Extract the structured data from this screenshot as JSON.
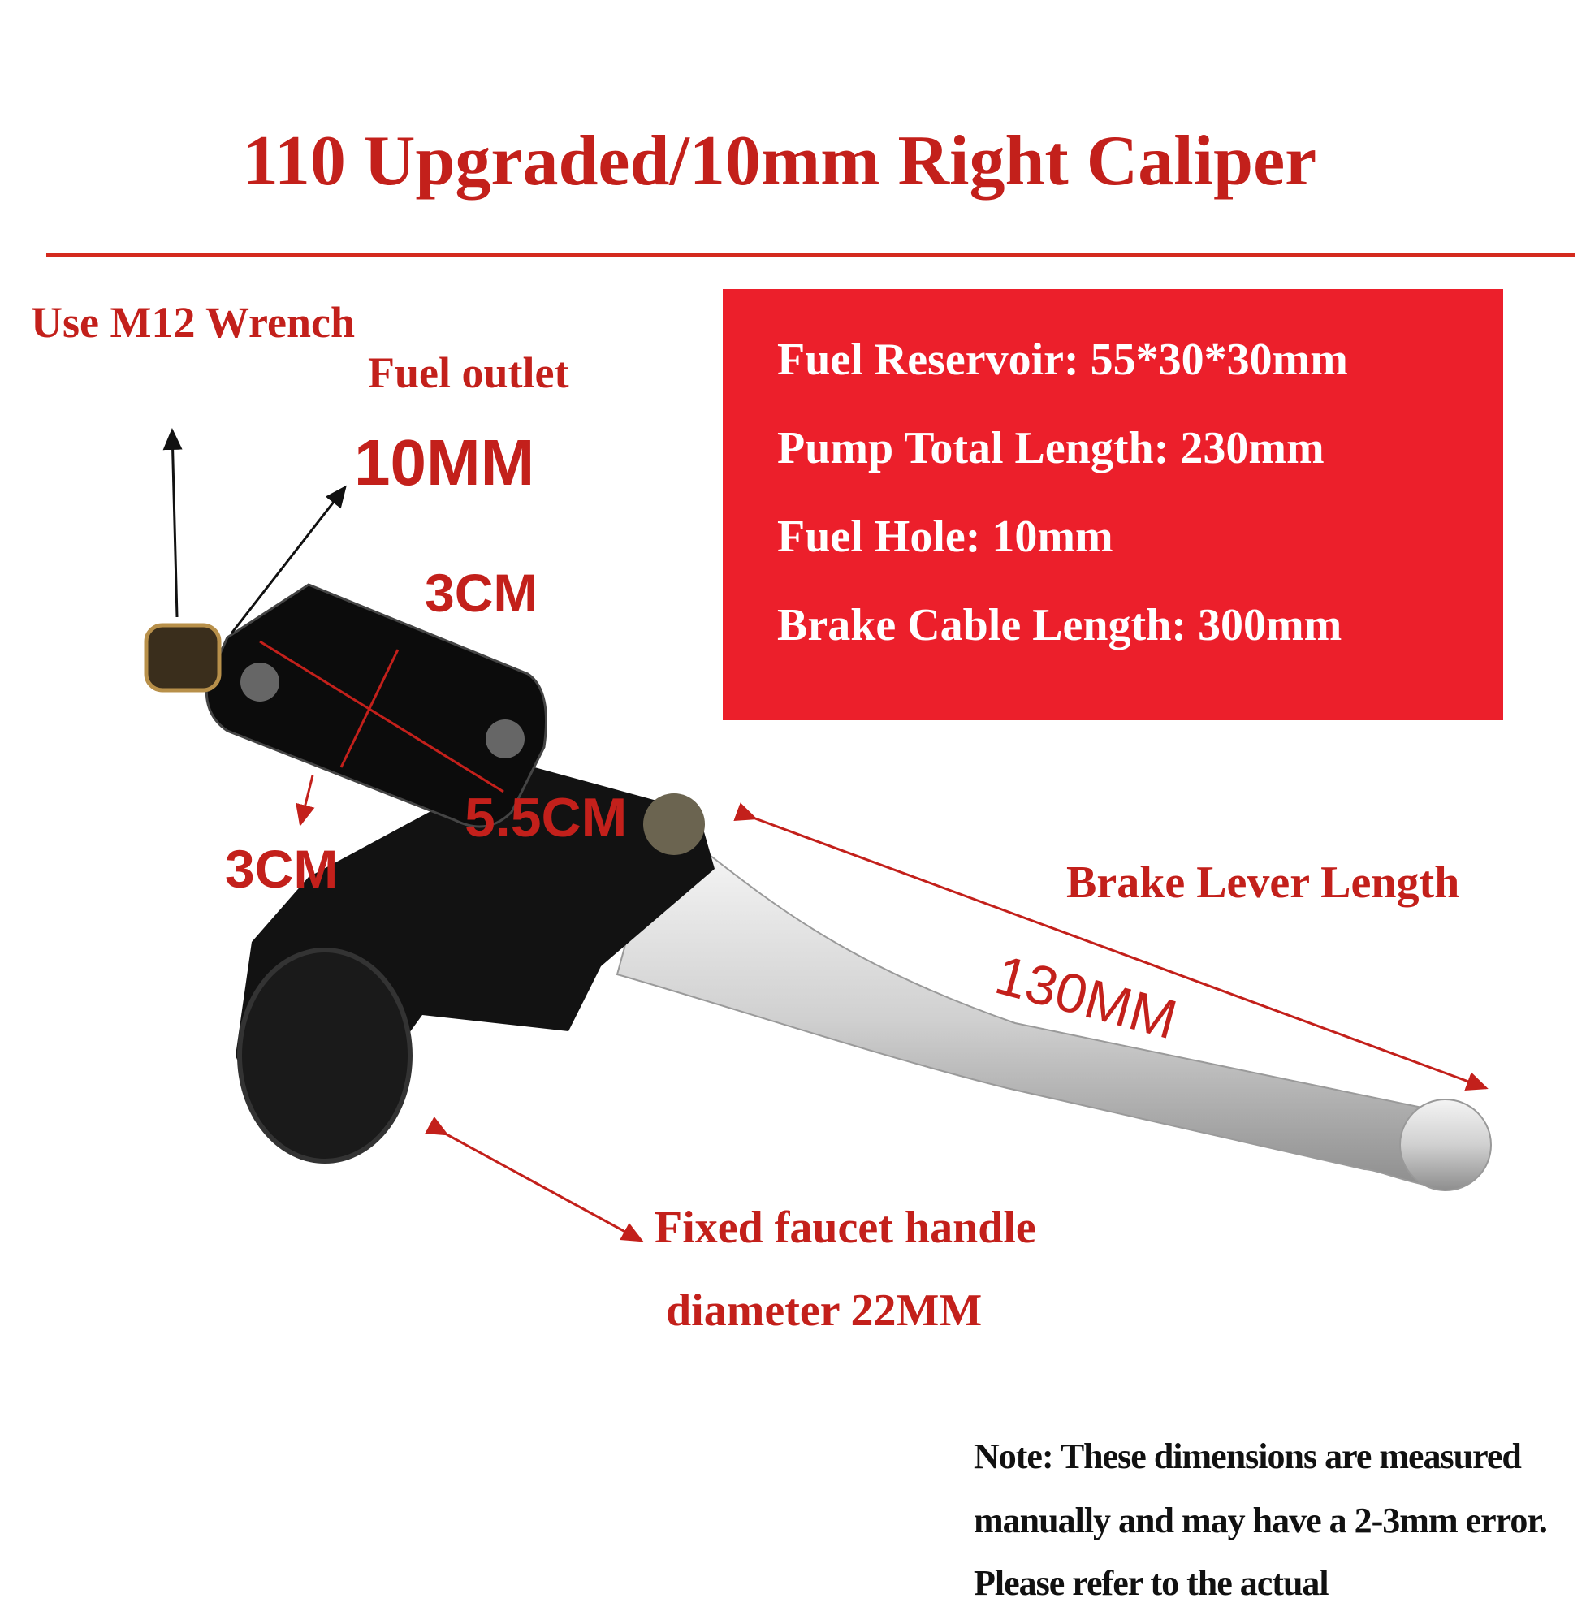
{
  "title": "110 Upgraded/10mm Right Caliper",
  "specs": [
    "Fuel Reservoir: 55*30*30mm",
    "Pump Total Length: 230mm",
    "Fuel Hole: 10mm",
    "Brake Cable Length: 300mm"
  ],
  "labels": {
    "wrench": "Use M12 Wrench",
    "fuel_outlet": "Fuel outlet",
    "outlet_size": "10MM",
    "reservoir_height": "3CM",
    "reservoir_length": "5.5CM",
    "reservoir_depth": "3CM",
    "lever_title": "Brake Lever Length",
    "lever_length": "130MM",
    "handle_line1": "Fixed faucet handle",
    "handle_line2": "diameter 22MM"
  },
  "note": [
    "Note: These dimensions are measured",
    "manually and may have a 2-3mm error.",
    "Please refer to the actual"
  ],
  "colors": {
    "accent": "#c3201b",
    "spec_box": "#ec1f2b"
  }
}
